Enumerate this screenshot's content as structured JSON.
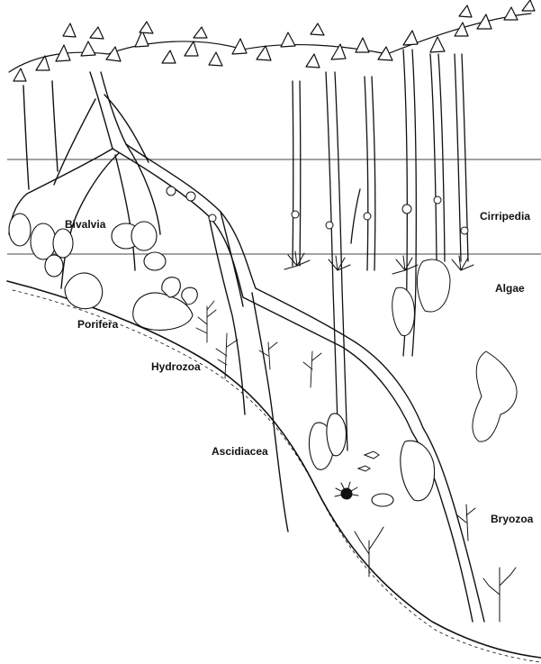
{
  "labels": {
    "bivalvia": "Bivalvia",
    "porifera": "Porifera",
    "hydrozoa": "Hydrozoa",
    "ascidiacea": "Ascidiacea",
    "cirripedia": "Cirripedia",
    "algae": "Algae",
    "bryozoa": "Bryozoa"
  },
  "colors": {
    "ink": "#111111",
    "background": "#ffffff"
  }
}
